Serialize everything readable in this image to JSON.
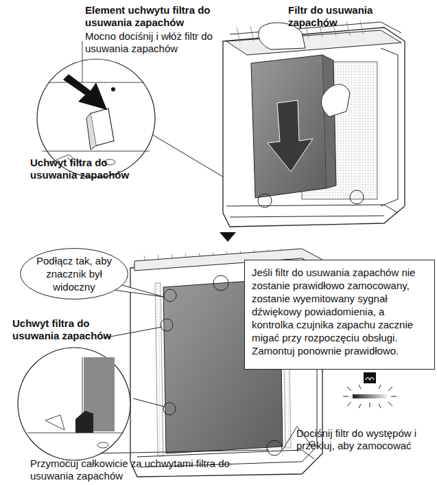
{
  "diagram": {
    "nodes": [
      {
        "text": [
          "Podłącz tak, aby znacznik był widoczny"
        ]
      },
      {
        "text": [
          "Jeśli filtr do usuwania zapachów nie zostanie prawidłowo zamocowany, zostanie wyemitowany sygnał dźwiękowy powiadomienia, a kontrolka czujnika zapachu zacznie migać przy rozpoczęciu obsługi. Zamontuj ponownie prawidłowo."
        ]
      }
    ],
    "labels": [
      "Element uchwytu filtra do usuwania zapachów",
      "Mocno dociśnij i włóż filtr do usuwania zapachów",
      "Filtr do usuwania zapachów",
      "Uchwyt filtra do usuwania zapachów",
      "Uchwyt filtra do usuwania zapachów",
      "Dociśnij filtr do występów i przekluj, aby zamocować",
      "Przymocuj całkowicie za uchwytami filtra do usuwania zapachów"
    ]
  }
}
